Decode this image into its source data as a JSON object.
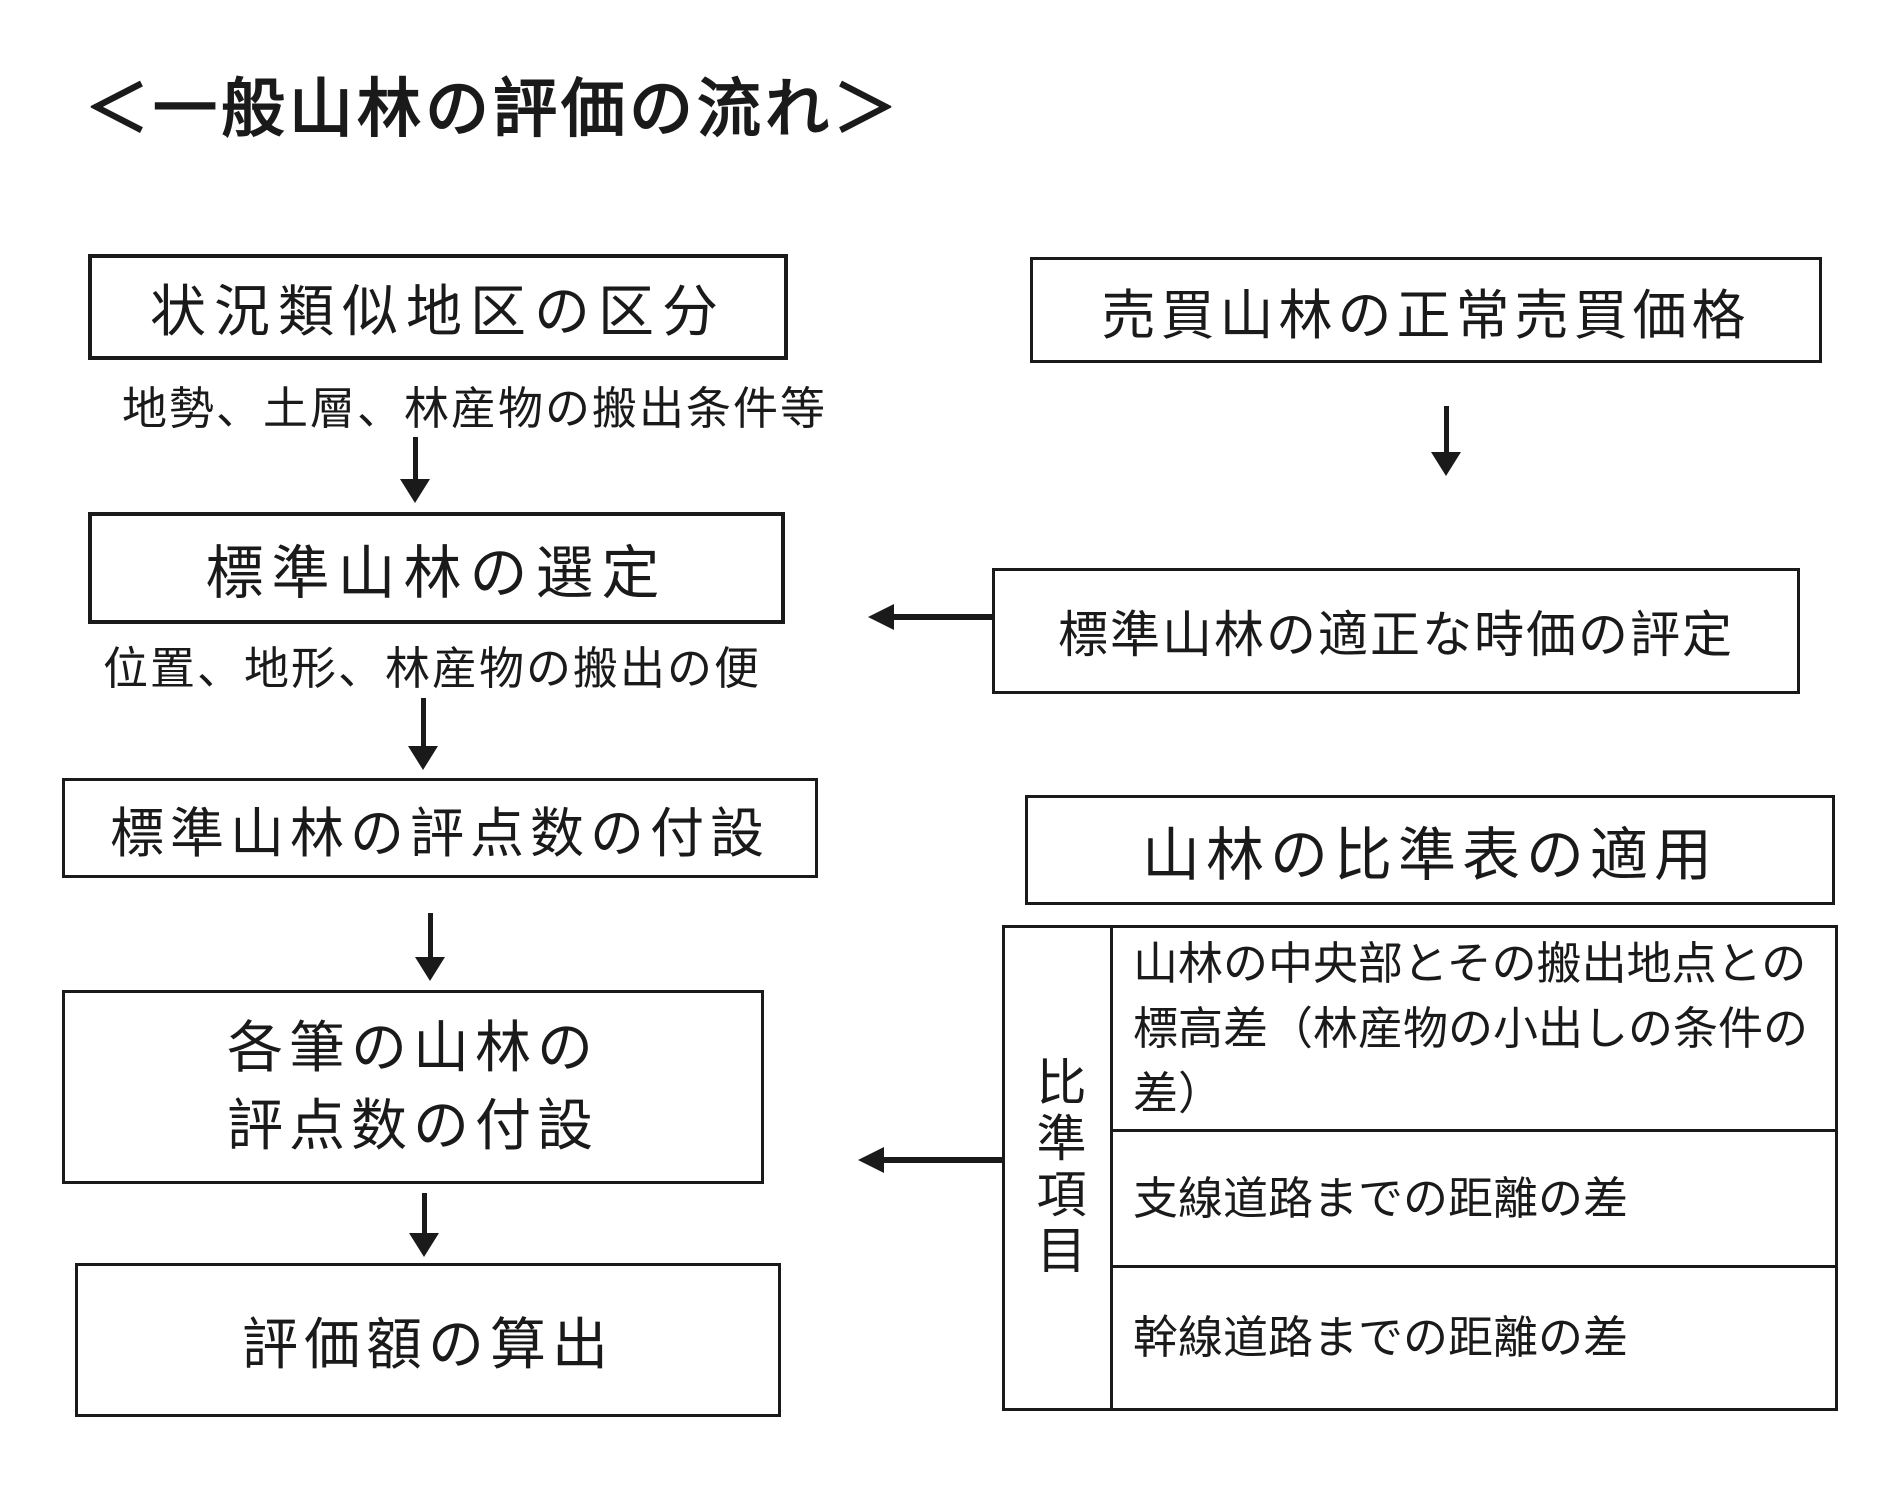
{
  "title": "＜一般山林の評価の流れ＞",
  "left_flow": {
    "box1": {
      "label": "状況類似地区の区分",
      "caption": "地勢、土層、林産物の搬出条件等"
    },
    "box2": {
      "label": "標準山林の選定",
      "caption": "位置、地形、林産物の搬出の便"
    },
    "box3": {
      "label": "標準山林の評点数の付設"
    },
    "box4": {
      "lines": [
        "各筆の山林の",
        "評点数の付設"
      ]
    },
    "box5": {
      "label": "評価額の算出"
    }
  },
  "right_flow": {
    "box1": {
      "label": "売買山林の正常売買価格"
    },
    "box2": {
      "label": "標準山林の適正な時価の評定"
    },
    "box3": {
      "label": "山林の比準表の適用"
    },
    "comparison_table": {
      "header": "比準項目",
      "items": [
        "山林の中央部とその搬出地点との標高差（林産物の小出しの条件の差）",
        "支線道路までの距離の差",
        "幹線道路までの距離の差"
      ]
    }
  },
  "colors": {
    "stroke": "#1a1a1a",
    "background": "#ffffff"
  }
}
